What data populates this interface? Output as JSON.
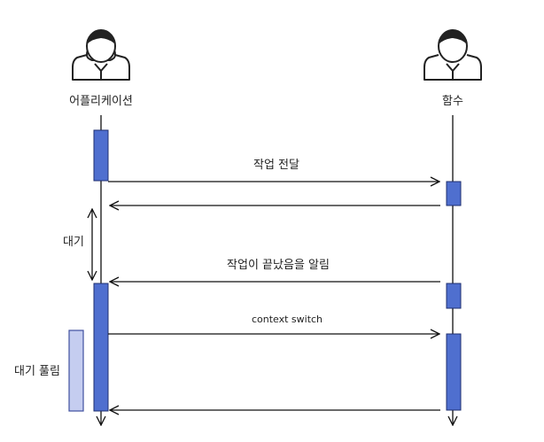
{
  "participants": {
    "left": {
      "name": "어플리케이션",
      "icon": "person-icon"
    },
    "right": {
      "name": "함수",
      "icon": "person-icon"
    }
  },
  "messages": {
    "m1": "작업 전달",
    "m2": "작업이 끝났음을 알림",
    "m3": "context switch"
  },
  "annotations": {
    "wait": "대기",
    "wait_release": "대기 풀림"
  },
  "colors": {
    "activation_fill": "#4f6fcf",
    "activation_border": "#1f2f6f",
    "wait_fill": "#c5cdf0",
    "wait_border": "#3f4f9f",
    "line": "#111111"
  }
}
